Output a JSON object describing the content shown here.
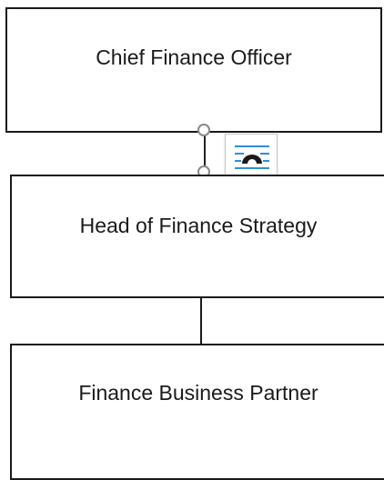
{
  "org_chart": {
    "boxes": [
      {
        "label": "Chief Finance Officer"
      },
      {
        "label": "Head of Finance Strategy"
      },
      {
        "label": "Finance Business Partner"
      }
    ]
  },
  "layout_options_button": {
    "icon": "layout-options-icon",
    "accent_color": "#2f8fd8"
  },
  "colors": {
    "border": "#1a1a1a",
    "handle_border": "#8a8a8a",
    "background": "#ffffff"
  }
}
